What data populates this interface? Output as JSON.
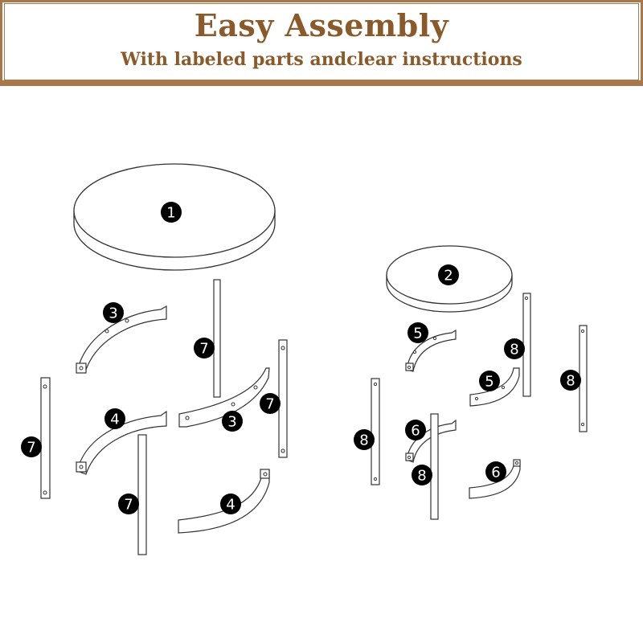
{
  "banner": {
    "title": "Easy Assembly",
    "subtitle": "With labeled parts andclear instructions"
  },
  "colors": {
    "accent": "#a8774b",
    "title_text": "#8a5a2b",
    "line": "#333333",
    "badge": "#000000"
  },
  "parts": {
    "large_top": "1",
    "small_top": "2",
    "arc_a": "3",
    "arc_b": "4",
    "small_arc_a": "5",
    "small_arc_b": "6",
    "long_leg": "7",
    "short_leg": "8"
  }
}
